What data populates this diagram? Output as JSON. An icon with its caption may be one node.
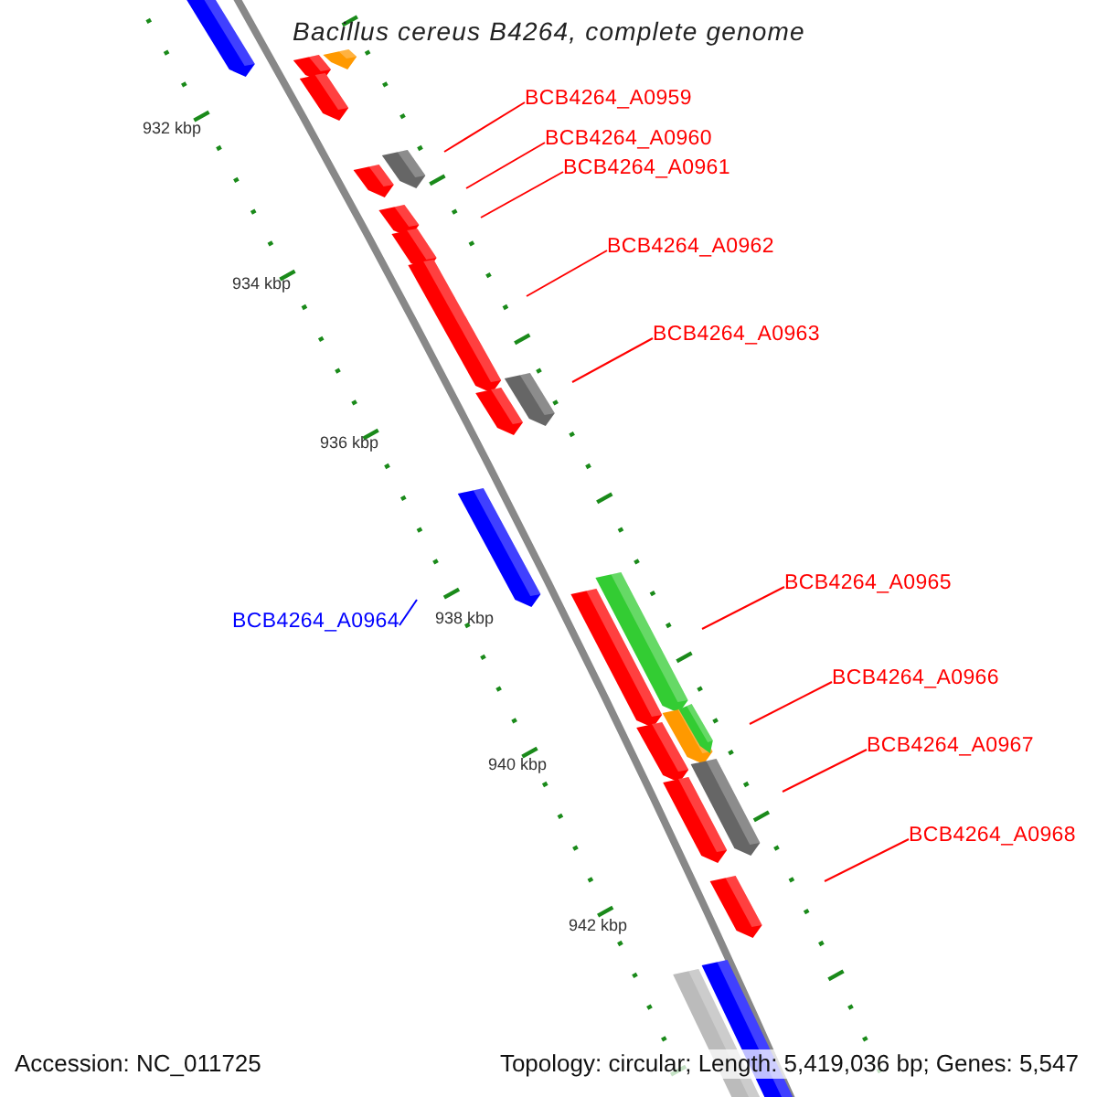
{
  "diagram": {
    "title": "Bacillus cereus B4264, complete genome",
    "nodes": [
      {
        "text": [
          "BCB4264_A0959"
        ]
      },
      {
        "text": [
          "BCB4264_A0960"
        ]
      },
      {
        "text": [
          "BCB4264_A0961"
        ]
      },
      {
        "text": [
          "BCB4264_A0962"
        ]
      },
      {
        "text": [
          "BCB4264_A0963"
        ]
      },
      {
        "text": [
          "BCB4264_A0964"
        ]
      },
      {
        "text": [
          "BCB4264_A0965"
        ]
      },
      {
        "text": [
          "BCB4264_A0966"
        ]
      },
      {
        "text": [
          "BCB4264_A0967"
        ]
      },
      {
        "text": [
          "BCB4264_A0968"
        ]
      }
    ],
    "edges": [
      {
        "from": 0,
        "to": null,
        "arrow": "none"
      },
      {
        "from": 1,
        "to": null,
        "arrow": "none"
      },
      {
        "from": 2,
        "to": null,
        "arrow": "none"
      },
      {
        "from": 3,
        "to": null,
        "arrow": "none"
      },
      {
        "from": 4,
        "to": null,
        "arrow": "none"
      },
      {
        "from": 5,
        "to": null,
        "arrow": "none",
        "color": "#0000ff"
      },
      {
        "from": 6,
        "to": null,
        "arrow": "none"
      },
      {
        "from": 7,
        "to": null,
        "arrow": "none"
      },
      {
        "from": 8,
        "to": null,
        "arrow": "none"
      },
      {
        "from": 9,
        "to": null,
        "arrow": "none"
      }
    ],
    "labels": [
      "932 kbp",
      "934 kbp",
      "936 kbp",
      "938 kbp",
      "940 kbp",
      "942 kbp",
      "Accession: NC_011725",
      "Topology: circular; Length: 5,419,036 bp; Genes: 5,547"
    ]
  }
}
